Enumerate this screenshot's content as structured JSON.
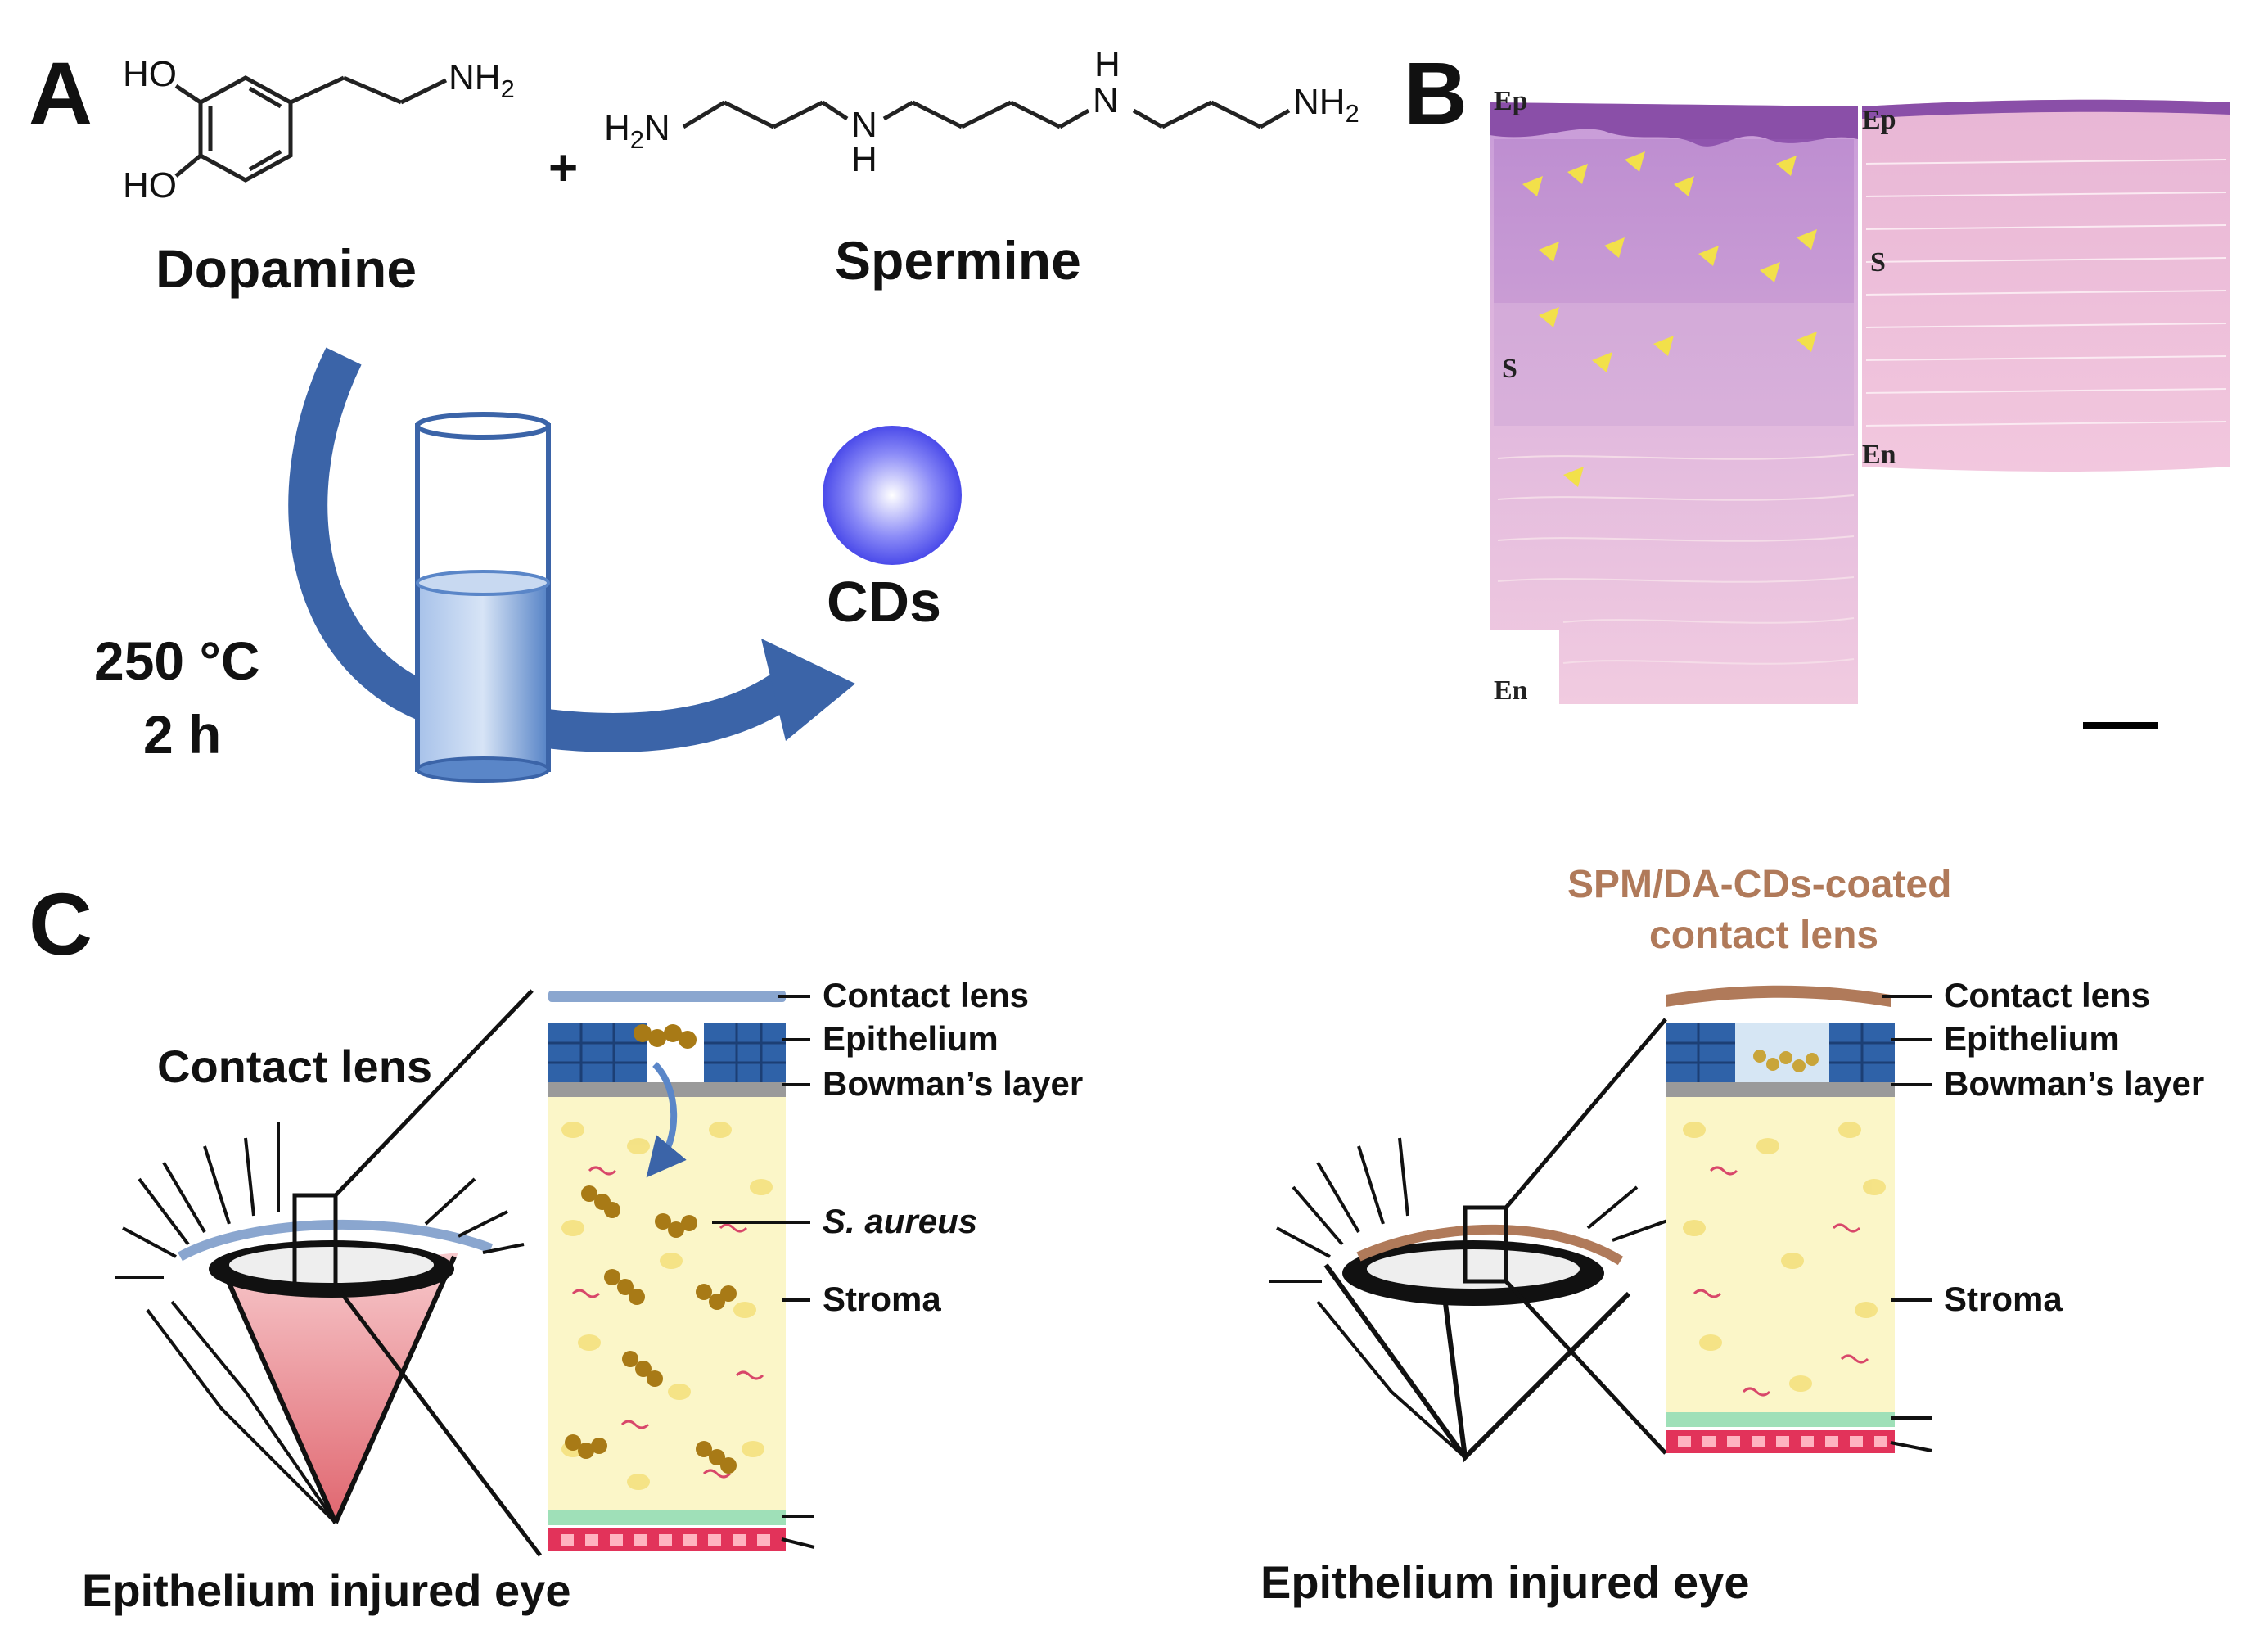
{
  "panel_labels": {
    "a": "A",
    "b": "B",
    "c": "C"
  },
  "panel_a": {
    "dopamine": {
      "name": "Dopamine",
      "groups": {
        "ho_top": "HO",
        "ho_bottom": "HO",
        "nh2": "NH2"
      }
    },
    "plus": "+",
    "spermine": {
      "name": "Spermine",
      "groups": {
        "h2n": "H2N",
        "nh_low": "N",
        "h_low": "H",
        "nh_high": "N",
        "h_high": "H",
        "nh2": "NH2"
      }
    },
    "condition_temp": "250 °C",
    "condition_time": "2 h",
    "product": "CDs",
    "colors": {
      "arrow": "#3b64a8",
      "tube_liquid": "#6e9ad6",
      "sphere": "#4d4df0"
    }
  },
  "panel_b": {
    "left_labels": {
      "ep": "Ep",
      "s": "S",
      "en": "En"
    },
    "right_labels": {
      "ep": "Ep",
      "s": "S",
      "en": "En"
    },
    "colors": {
      "stroma": "#e8b9d2",
      "inflamed": "#b57ac4",
      "arrow": "#f2e04a",
      "epithelium": "#8a4fa8"
    }
  },
  "panel_c": {
    "left": {
      "contact_lens_callout": "Contact lens",
      "layer_labels": {
        "contact_lens": "Contact lens",
        "epithelium": "Epithelium",
        "bowman": "Bowman’s layer",
        "bacteria": "S. aureus",
        "stroma": "Stroma"
      },
      "caption": "Epithelium injured eye"
    },
    "right": {
      "title_line1": "SPM/DA-CDs-coated",
      "title_line2": "contact lens",
      "layer_labels": {
        "contact_lens": "Contact lens",
        "epithelium": "Epithelium",
        "bowman": "Bowman’s layer",
        "stroma": "Stroma"
      },
      "caption": "Epithelium injured eye"
    },
    "colors": {
      "lens_plain": "#8aa6cf",
      "lens_coated": "#b07a5a",
      "stroma": "#fbf6c8",
      "endothelium": "#e2335a",
      "descemet": "#9fe0b8"
    }
  }
}
